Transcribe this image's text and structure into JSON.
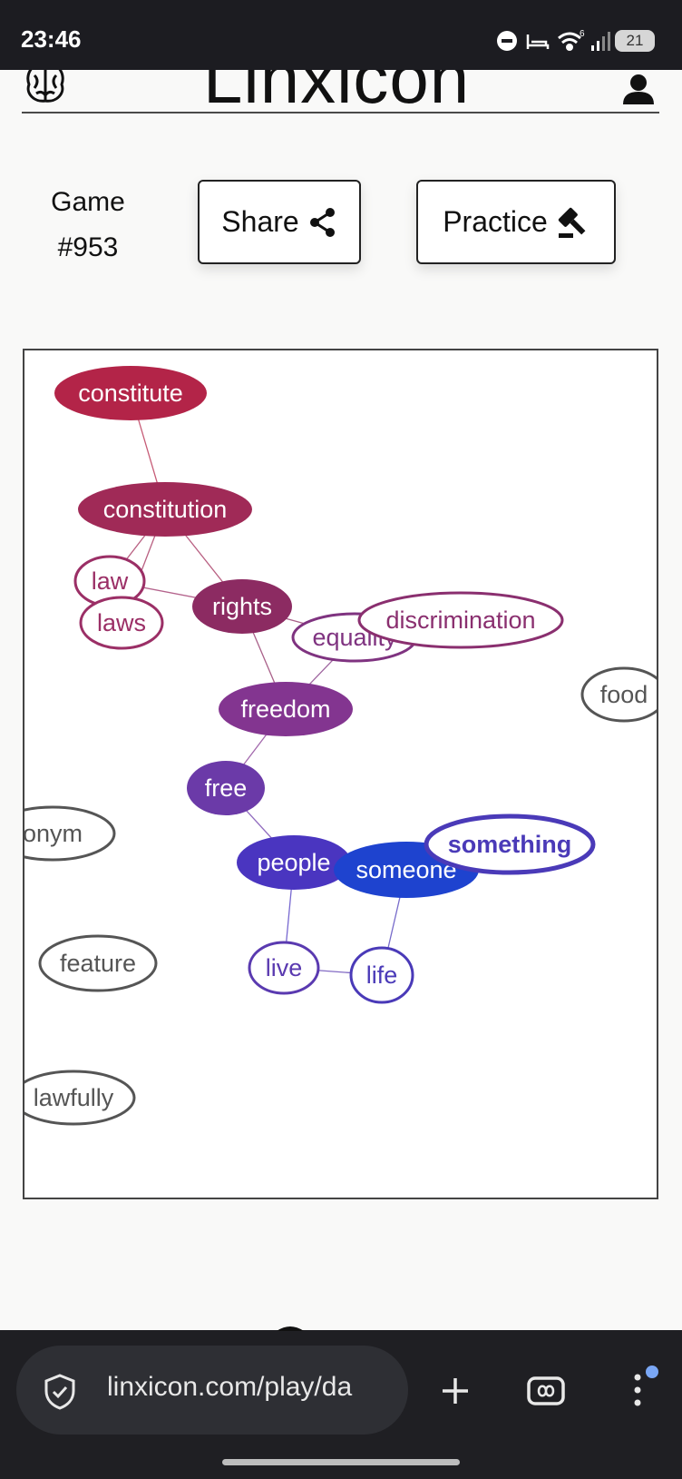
{
  "status_bar": {
    "time": "23:46",
    "battery": "21",
    "signal_label": "6"
  },
  "header": {
    "app_title": "Linxicon"
  },
  "game": {
    "label": "Game",
    "number": "#953"
  },
  "buttons": {
    "share": "Share",
    "practice": "Practice"
  },
  "graph": {
    "nodes": [
      {
        "id": "constitute",
        "style": "filled",
        "color": "#b32448"
      },
      {
        "id": "constitution",
        "style": "filled",
        "color": "#a02a57"
      },
      {
        "id": "law",
        "style": "outline",
        "color": "#9b2f66"
      },
      {
        "id": "laws",
        "style": "outline",
        "color": "#9b2f66"
      },
      {
        "id": "rights",
        "style": "filled",
        "color": "#8c2b62"
      },
      {
        "id": "equality",
        "style": "outline",
        "color": "#7f3380"
      },
      {
        "id": "discrimination",
        "style": "outline",
        "color": "#8a2f6f"
      },
      {
        "id": "freedom",
        "style": "filled",
        "color": "#833590"
      },
      {
        "id": "free",
        "style": "filled",
        "color": "#6b3aa8"
      },
      {
        "id": "people",
        "style": "filled",
        "color": "#4a35c0"
      },
      {
        "id": "someone",
        "style": "filled",
        "color": "#1e43cf"
      },
      {
        "id": "something",
        "style": "outline-bold",
        "color": "#4a3ab8"
      },
      {
        "id": "live",
        "style": "outline",
        "color": "#5a3ab0"
      },
      {
        "id": "life",
        "style": "outline",
        "color": "#4a3ab8"
      },
      {
        "id": "food",
        "style": "outline-gray",
        "color": "#555555"
      },
      {
        "id": "onym",
        "style": "outline-gray",
        "color": "#555555"
      },
      {
        "id": "feature",
        "style": "outline-gray",
        "color": "#555555"
      },
      {
        "id": "lawfully",
        "style": "outline-gray",
        "color": "#555555"
      }
    ],
    "labels": {
      "constitute": "constitute",
      "constitution": "constitution",
      "law": "law",
      "laws": "laws",
      "rights": "rights",
      "equality": "equality",
      "discrimination": "discrimination",
      "freedom": "freedom",
      "free": "free",
      "people": "people",
      "someone": "someone",
      "something": "something",
      "live": "live",
      "life": "life",
      "food": "food",
      "onym": "onym",
      "feature": "feature",
      "lawfully": "lawfully"
    },
    "edges": [
      [
        "constitute",
        "constitution"
      ],
      [
        "constitution",
        "law"
      ],
      [
        "constitution",
        "laws"
      ],
      [
        "constitution",
        "rights"
      ],
      [
        "law",
        "rights"
      ],
      [
        "rights",
        "equality"
      ],
      [
        "rights",
        "freedom"
      ],
      [
        "equality",
        "freedom"
      ],
      [
        "freedom",
        "free"
      ],
      [
        "free",
        "people"
      ],
      [
        "people",
        "live"
      ],
      [
        "live",
        "life"
      ],
      [
        "life",
        "someone"
      ]
    ]
  },
  "browser": {
    "url": "linxicon.com/play/da"
  },
  "icons": {
    "logo": "brain-logo-icon",
    "user": "user-icon",
    "share": "share-icon",
    "practice": "gavel-icon",
    "shield": "shield-check-icon",
    "add": "plus-icon",
    "tabs": "tab-switcher-icon",
    "menu": "more-vert-icon"
  }
}
